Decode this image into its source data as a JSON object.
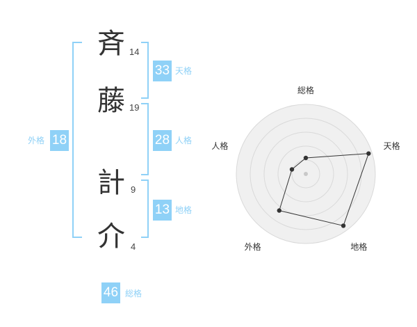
{
  "name": {
    "chars": [
      {
        "char": "斉",
        "strokes": "14"
      },
      {
        "char": "藤",
        "strokes": "19"
      },
      {
        "char": "計",
        "strokes": "9"
      },
      {
        "char": "介",
        "strokes": "4"
      }
    ]
  },
  "kakusu": {
    "tenkaku": {
      "label": "天格",
      "value": "33"
    },
    "jinkaku": {
      "label": "人格",
      "value": "28"
    },
    "chikaku": {
      "label": "地格",
      "value": "13"
    },
    "gaikaku": {
      "label": "外格",
      "value": "18"
    },
    "soukaku": {
      "label": "総格",
      "value": "46"
    }
  },
  "colors": {
    "accent": "#8fd1f7",
    "text": "#333333",
    "grid": "#d9d9d9",
    "fill": "#f0f0f0"
  },
  "chart_data": {
    "type": "radar",
    "axes": [
      "総格",
      "天格",
      "地格",
      "外格",
      "人格"
    ],
    "values": [
      0.23,
      0.95,
      0.92,
      0.65,
      0.21
    ],
    "rings": 5,
    "range": [
      0,
      1
    ]
  }
}
